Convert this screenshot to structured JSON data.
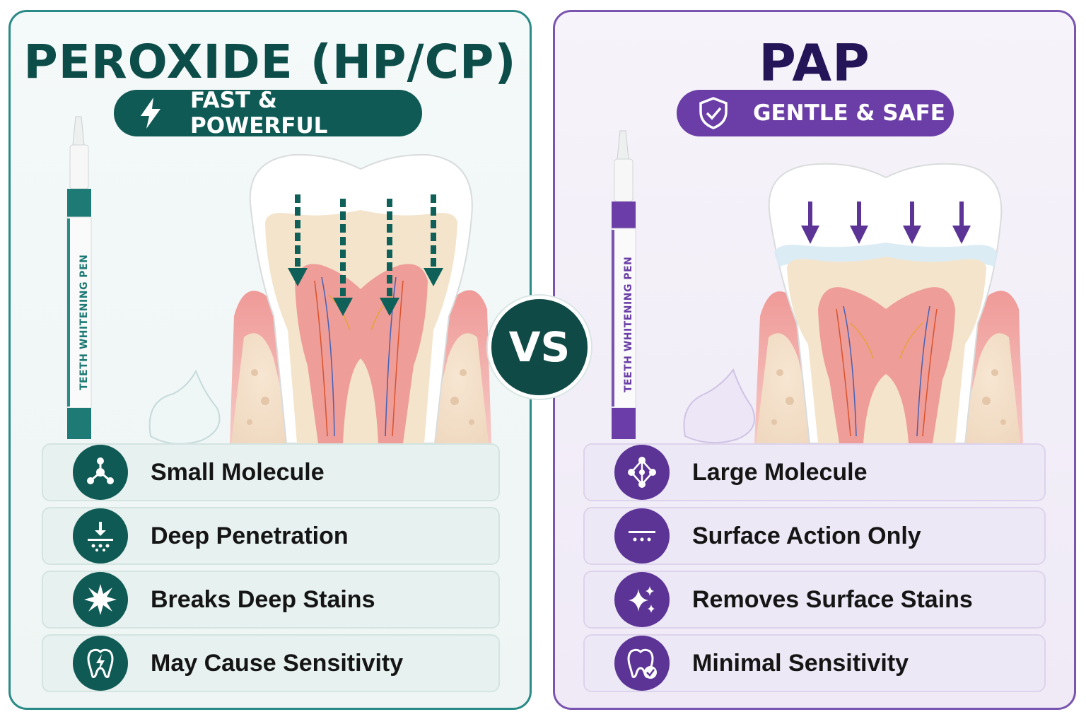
{
  "left": {
    "title": "PEROXIDE (HP/CP)",
    "badge": {
      "label": "FAST & POWERFUL",
      "icon": "lightning-icon"
    },
    "pen_label": "TEETH WHITENING PEN",
    "accent": "#0f5a55",
    "features": [
      {
        "label": "Small Molecule",
        "icon": "molecule-icon"
      },
      {
        "label": "Deep Penetration",
        "icon": "penetration-icon"
      },
      {
        "label": "Breaks Deep Stains",
        "icon": "burst-icon"
      },
      {
        "label": "May Cause Sensitivity",
        "icon": "tooth-lightning-icon"
      }
    ]
  },
  "right": {
    "title": "PAP",
    "badge": {
      "label": "GENTLE & SAFE",
      "icon": "shield-check-icon"
    },
    "pen_label": "TEETH WHITENING PEN",
    "accent": "#6a3ea6",
    "features": [
      {
        "label": "Large Molecule",
        "icon": "large-molecule-icon"
      },
      {
        "label": "Surface Action Only",
        "icon": "surface-icon"
      },
      {
        "label": "Removes Surface Stains",
        "icon": "sparkle-icon"
      },
      {
        "label": "Minimal Sensitivity",
        "icon": "tooth-check-icon"
      }
    ]
  },
  "vs_label": "VS"
}
